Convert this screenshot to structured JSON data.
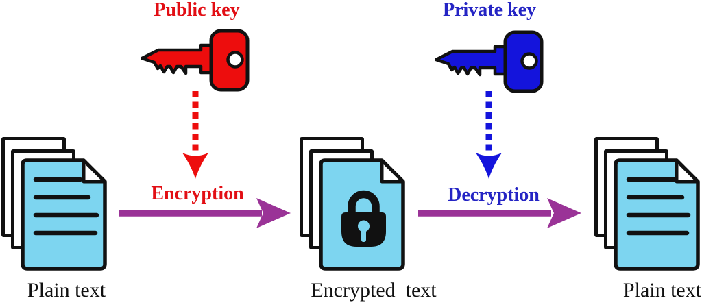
{
  "labels": {
    "public_key": "Public key",
    "private_key": "Private key",
    "encryption": "Encryption",
    "decryption": "Decryption",
    "plain_left": "Plain text",
    "encrypted": "Encrypted  text",
    "plain_right": "Plain text"
  },
  "colors": {
    "red": "#ED0D0D",
    "red_text": "#E20E14",
    "blue": "#1414DC",
    "blue_text": "#2424C4",
    "purple": "#9A3397",
    "document_fill": "#7DD5F0",
    "outline": "#111111",
    "background": "#FFFFFF"
  },
  "icons": {
    "public_key": "key-icon",
    "private_key": "key-icon",
    "key_apply": "dashed-down-arrow-icon",
    "flow": "right-arrow-icon",
    "plain_document": "document-stack-icon",
    "encrypted_document": "padlock-document-icon"
  }
}
